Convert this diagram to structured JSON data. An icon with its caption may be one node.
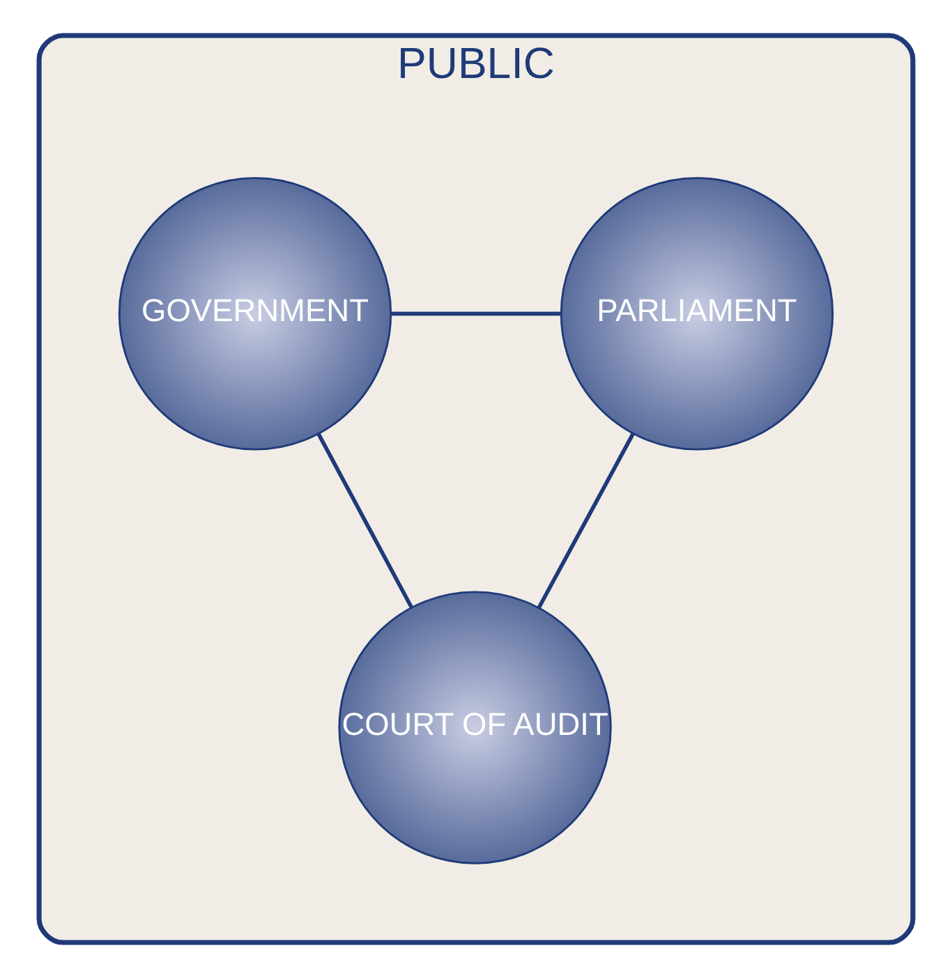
{
  "diagram": {
    "nodes": [
      {
        "text": [
          "PUBLIC"
        ]
      },
      {
        "text": [
          "GOVERNMENT"
        ],
        "in": 0
      },
      {
        "text": [
          "PARLIAMENT"
        ],
        "in": 0
      },
      {
        "text": [
          "COURT OF AUDIT"
        ],
        "in": 0
      }
    ],
    "edges": [
      {
        "from": 1,
        "to": 2,
        "arrow": "none"
      },
      {
        "from": 2,
        "to": 3,
        "arrow": "none"
      },
      {
        "from": 3,
        "to": 1,
        "arrow": "none"
      }
    ]
  }
}
